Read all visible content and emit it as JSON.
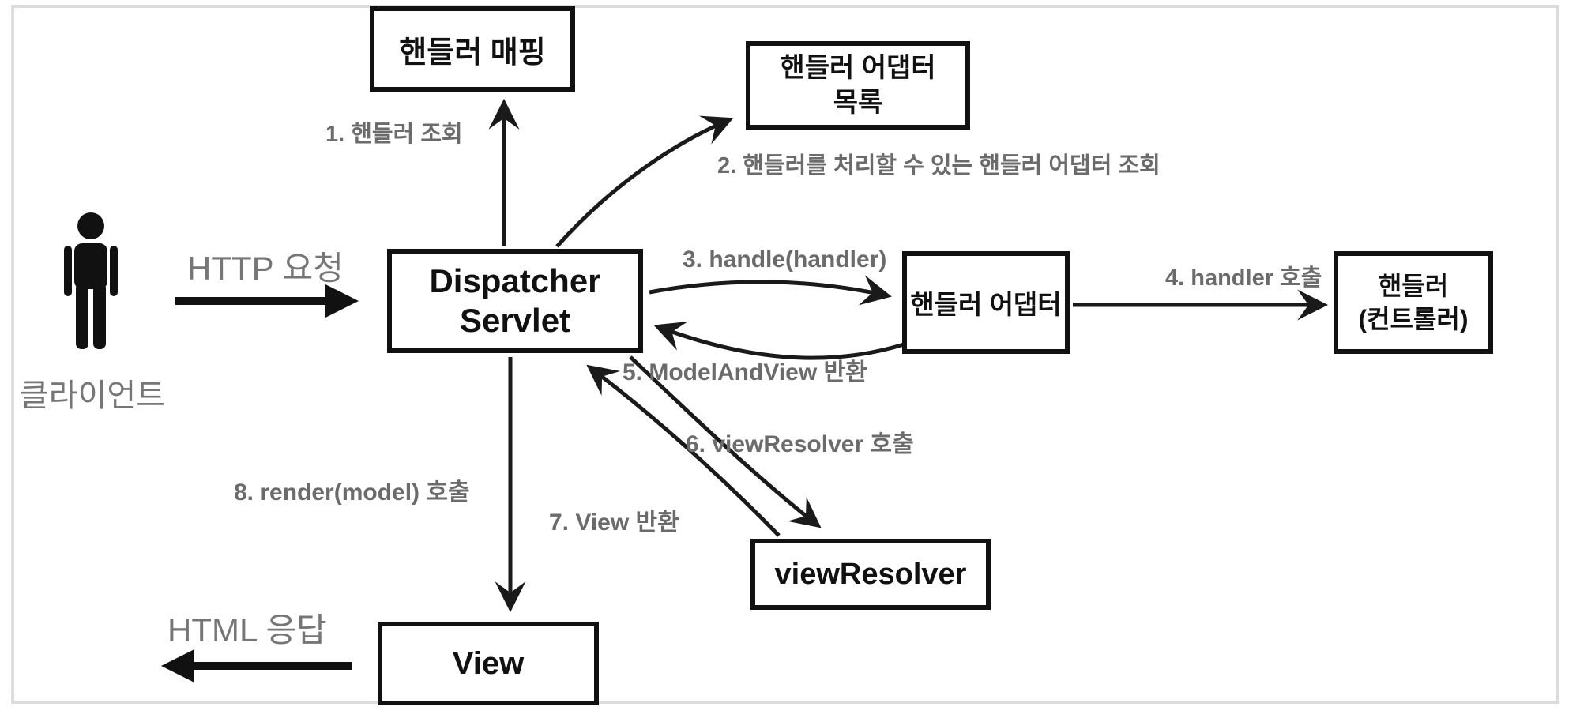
{
  "diagram_title_note": "Spring MVC DispatcherServlet request flow",
  "colors": {
    "frame_border": "#dcdcdc",
    "box_border": "#111111",
    "box_text": "#111111",
    "arrow": "#1a1a1a",
    "step_label": "#6b6b6b",
    "io_label": "#767676"
  },
  "actor": {
    "icon": "person-icon",
    "label": "클라이언트"
  },
  "boxes": {
    "handler_mapping": {
      "lines": [
        "핸들러 매핑"
      ]
    },
    "handler_adapter_list": {
      "lines": [
        "핸들러 어댑터",
        "목록"
      ]
    },
    "dispatcher_servlet": {
      "lines": [
        "Dispatcher",
        "Servlet"
      ]
    },
    "handler_adapter": {
      "lines": [
        "핸들러 어댑터"
      ]
    },
    "handler_controller": {
      "lines": [
        "핸들러",
        "(컨트롤러)"
      ]
    },
    "view_resolver": {
      "lines": [
        "viewResolver"
      ]
    },
    "view": {
      "lines": [
        "View"
      ]
    }
  },
  "flows": {
    "http_request": "HTTP 요청",
    "html_response": "HTML 응답",
    "step1": "1. 핸들러 조회",
    "step2": "2. 핸들러를 처리할 수 있는 핸들러 어댑터 조회",
    "step3": "3. handle(handler)",
    "step4": "4. handler 호출",
    "step5": "5. ModelAndView 반환",
    "step6": "6. viewResolver 호출",
    "step7": "7. View 반환",
    "step8": "8. render(model) 호출"
  }
}
